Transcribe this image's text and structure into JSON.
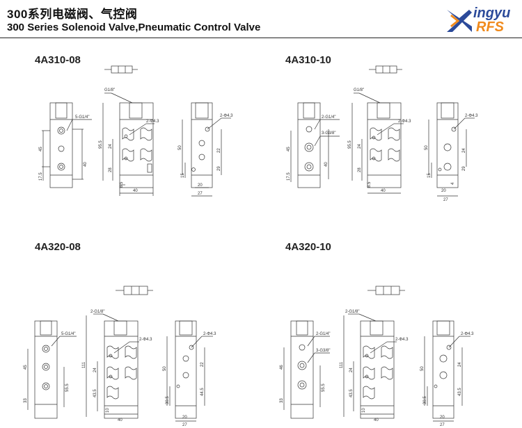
{
  "header": {
    "title_cn": "300系列电磁阀、气控阀",
    "title_en": "300 Series Solenoid Valve,Pneumatic Control Valve"
  },
  "logo": {
    "line1": "ingyu",
    "line2": "RFS",
    "colors": {
      "blue": "#2b4a9a",
      "orange": "#f08a1c"
    }
  },
  "models": [
    {
      "name": "4A310-08",
      "labels": {
        "port_side": "5-G1/4\"",
        "port_top": "G1/8\"",
        "hole_front": "2-Φ4.3",
        "hole_side": "2-Φ4.3"
      },
      "dims": {
        "d45": "45",
        "d17_5": "17.5",
        "d40": "40",
        "d95_5": "95.5",
        "d24": "24",
        "d28": "28",
        "d8_5": "8.5",
        "w40": "40",
        "d50": "50",
        "d22": "22",
        "d29": "29",
        "d15": "15",
        "w20": "20",
        "w27": "27"
      }
    },
    {
      "name": "4A310-10",
      "labels": {
        "port_side": "2-G1/4\"",
        "port_side2": "3-G3/8\"",
        "port_top": "G1/8\"",
        "hole_front": "2-Φ4.3",
        "hole_side": "2-Φ4.3"
      },
      "dims": {
        "d45": "45",
        "d17_5": "17.5",
        "d40": "40",
        "d95_5": "95.5",
        "d24": "24",
        "d28": "28",
        "d8_5": "8.5",
        "w40": "40",
        "d50": "50",
        "d24b": "24",
        "d29": "29",
        "d15": "15",
        "w20": "20",
        "w27": "27",
        "w4": "4"
      }
    },
    {
      "name": "4A320-08",
      "labels": {
        "port_side": "5-G1/4\"",
        "port_top": "2-G1/8\"",
        "hole_front": "2-Φ4.3",
        "hole_side": "2-Φ4.3"
      },
      "dims": {
        "d45": "45",
        "d33": "33",
        "d55_5": "55.5",
        "d111": "111",
        "d24": "24",
        "d43_5": "43.5",
        "d10": "10",
        "w40": "40",
        "d50": "50",
        "d22": "22",
        "d30_5": "30.5",
        "d44_5": "44.5",
        "w20": "20",
        "w27": "27"
      }
    },
    {
      "name": "4A320-10",
      "labels": {
        "port_side": "2-G1/4\"",
        "port_side2": "3-G3/8\"",
        "port_top": "2-G1/8\"",
        "hole_front": "2-Φ4.3",
        "hole_side": "2-Φ4.3"
      },
      "dims": {
        "d46": "46",
        "d33": "33",
        "d55_5": "55.5",
        "d111": "111",
        "d24": "24",
        "d43_5": "43.5",
        "d10": "10",
        "w40": "40",
        "d50": "50",
        "d24b": "24",
        "d30_5": "30.5",
        "d43_5b": "43.5",
        "w20": "20",
        "w27": "27"
      }
    }
  ]
}
